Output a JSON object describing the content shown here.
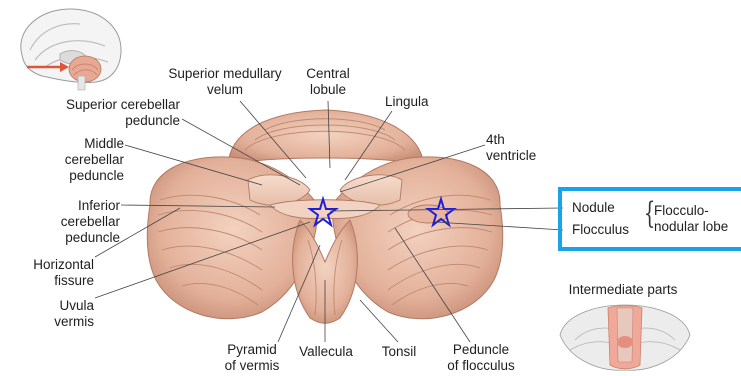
{
  "labels": {
    "superior_medullary_velum": [
      "Superior medullary",
      "velum"
    ],
    "central_lobule": [
      "Central",
      "lobule"
    ],
    "superior_cerebellar_peduncle": [
      "Superior cerebellar",
      "peduncle"
    ],
    "lingula": [
      "Lingula"
    ],
    "middle_cerebellar_peduncle": [
      "Middle",
      "cerebellar",
      "peduncle"
    ],
    "fourth_ventricle": [
      "4th",
      "ventricle"
    ],
    "inferior_cerebellar_peduncle": [
      "Inferior",
      "cerebellar",
      "peduncle"
    ],
    "horizontal_fissure": [
      "Horizontal",
      "fissure"
    ],
    "uvula_vermis": [
      "Uvula",
      "vermis"
    ],
    "pyramid_of_vermis": [
      "Pyramid",
      "of vermis"
    ],
    "vallecula": [
      "Vallecula"
    ],
    "tonsil": [
      "Tonsil"
    ],
    "peduncle_of_flocculus": [
      "Peduncle",
      "of flocculus"
    ],
    "nodule": [
      "Nodule"
    ],
    "flocculus": [
      "Flocculus"
    ],
    "flocculonodular_lobe": [
      "Flocculo-",
      "nodular lobe"
    ],
    "intermediate_parts": [
      "Intermediate parts"
    ]
  },
  "colors": {
    "highlight_box": "#1aa3e8",
    "star_marker": "#1f1fd6",
    "cerebellum_tissue": "#e8b9a2",
    "arrow": "#e0553a"
  }
}
